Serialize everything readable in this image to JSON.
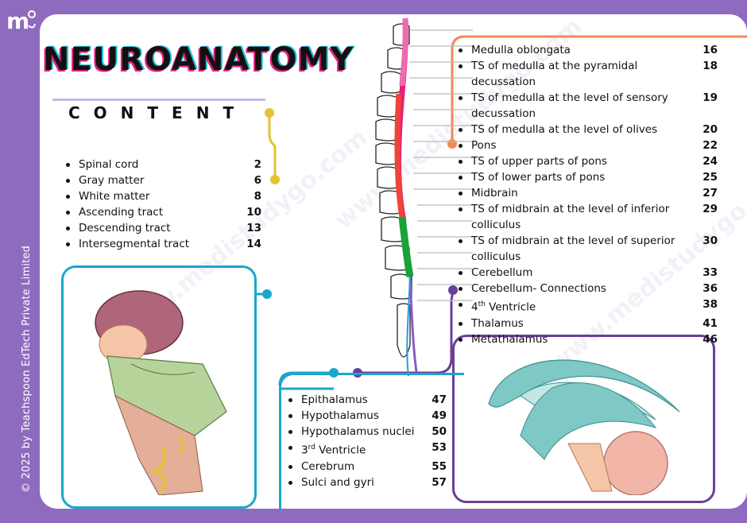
{
  "header": {
    "title": "NEUROANATOMY",
    "subtitle": "CONTENT"
  },
  "sidebar": {
    "copyright": "© 2025 by Teachspoon EdTech Private Limited"
  },
  "toc_part1": [
    {
      "title": "Spinal cord",
      "page": "2"
    },
    {
      "title": "Gray matter",
      "page": "6"
    },
    {
      "title": "White matter",
      "page": "8"
    },
    {
      "title": "Ascending tract",
      "page": "10"
    },
    {
      "title": "Descending tract",
      "page": "13"
    },
    {
      "title": "Intersegmental tract",
      "page": "14"
    }
  ],
  "toc_part2": [
    {
      "title": "Medulla oblongata",
      "page": "16"
    },
    {
      "title": "TS of medulla at the pyramidal decussation",
      "page": "18"
    },
    {
      "title": "TS of medulla at the level of sensory decussation",
      "page": "19"
    },
    {
      "title": "TS of medulla at the level of olives",
      "page": "20"
    },
    {
      "title": "Pons",
      "page": "22"
    },
    {
      "title": "TS of upper parts of pons",
      "page": "24"
    },
    {
      "title": "TS of lower parts of pons",
      "page": "25"
    },
    {
      "title": "Midbrain",
      "page": "27"
    },
    {
      "title": "TS of midbrain at the level of inferior colliculus",
      "page": "29"
    },
    {
      "title": "TS of midbrain at the level of superior colliculus",
      "page": "30"
    },
    {
      "title": "Cerebellum",
      "page": "33"
    },
    {
      "title": "Cerebellum- Connections",
      "page": "36"
    },
    {
      "title": "4",
      "sup": "th",
      "rest": " Ventricle",
      "page": "38"
    },
    {
      "title": "Thalamus",
      "page": "41"
    },
    {
      "title": "Metathalamus",
      "page": "46"
    }
  ],
  "toc_part3": [
    {
      "title": "Epithalamus",
      "page": "47"
    },
    {
      "title": "Hypothalamus",
      "page": "49"
    },
    {
      "title": "Hypothalamus nuclei",
      "page": "50"
    },
    {
      "title": "3",
      "sup": "rd",
      "rest": " Ventricle",
      "page": "53"
    },
    {
      "title": "Cerebrum",
      "page": "55"
    },
    {
      "title": "Sulci and gyri",
      "page": "57"
    }
  ],
  "watermark": "www.medistudygo.com",
  "colors": {
    "background": "#8e6bbf",
    "accent_yellow": "#e6c234",
    "accent_cyan": "#1aa7c9",
    "accent_orange": "#f08a57",
    "accent_purple": "#6b3d9c",
    "title_pink": "#e4207f"
  }
}
